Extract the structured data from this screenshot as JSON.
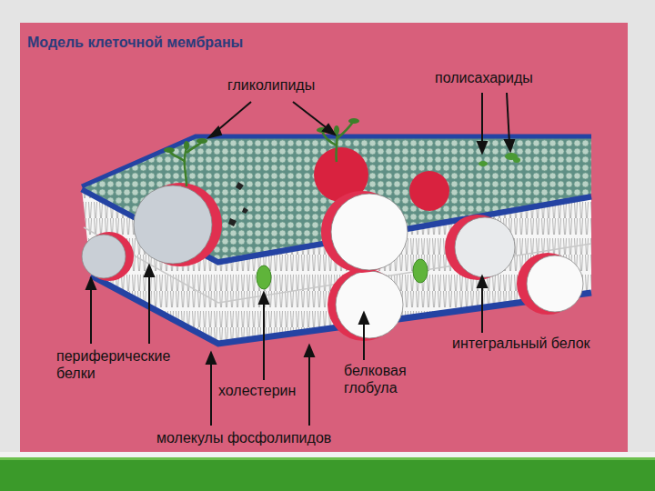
{
  "diagram": {
    "title": "Модель клеточной мембраны",
    "labels": [
      "гликолипиды",
      "полисахариды",
      "периферические белки",
      "холестерин",
      "белковая глобула",
      "интегральный белок",
      "молекулы фосфолипидов"
    ]
  }
}
